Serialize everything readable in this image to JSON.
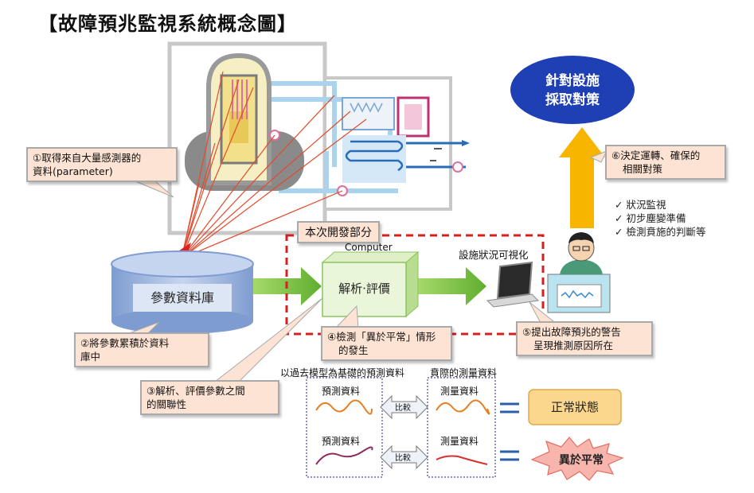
{
  "title": "【故障預兆監視系統概念圖】",
  "callouts": {
    "c1": [
      "①取得來自大量感測器的",
      "資料(parameter)"
    ],
    "c2": [
      "②將參數累積於資料",
      "庫中"
    ],
    "c3": [
      "③解析、評價參數之間",
      "的關聯性"
    ],
    "c4": [
      "④檢測「異於平常」情形",
      "的發生"
    ],
    "c5": [
      "⑤提出故障預兆的警告",
      "呈現推測原因所在"
    ],
    "c6": [
      "⑥決定運轉、確保的",
      "相關對策"
    ]
  },
  "database_label": "參數資料庫",
  "dev_part_label": "本次開發部分",
  "computer_label": "Computer",
  "analysis_label": "解析‧評價",
  "visualize_label": "設施狀況可視化",
  "action_label": [
    "針對設施",
    "採取對策"
  ],
  "checklist": [
    "✓  狀況監視",
    "✓  初步塵變準備",
    "✓  檢測賁施的判斷等"
  ],
  "comparison": {
    "left_header": "以過去模型為基礎的預測資料",
    "right_header": "賁際的測量資料",
    "predict_label": "預測資料",
    "measure_label": "測量資料",
    "compare_label": "比較",
    "normal_result": "正常狀態",
    "abnormal_result": "異於平常"
  },
  "colors": {
    "arrow_green": "#7dc242",
    "arrow_yellow": "#f7b500",
    "action_blue": "#1f3fb4",
    "db_blue": "#9bb3dc",
    "dash_red": "#d42020",
    "orange_curve": "#e67e22",
    "purple_curve": "#8e2a5f",
    "red_curve": "#d63030"
  }
}
